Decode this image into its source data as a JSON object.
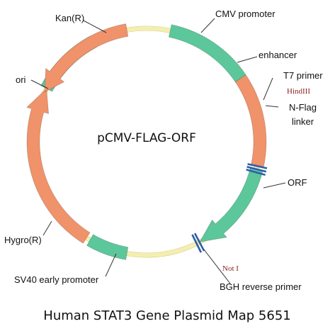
{
  "plasmid": {
    "name": "pCMV-FLAG-ORF",
    "caption": "Human STAT3 Gene Plasmid Map 5651"
  },
  "colors": {
    "backbone": "#f4efb0",
    "backbone_edge": "#c8c070",
    "green": "#5cc79a",
    "orange": "#f0926a",
    "site_blue": "#2e5fa8",
    "site_text": "#8a1f1f"
  },
  "features": [
    {
      "id": "cmv-promoter",
      "label": "CMV promoter",
      "type": "green",
      "direction": "none"
    },
    {
      "id": "enhancer",
      "label": "enhancer",
      "type": "orange",
      "direction": "none"
    },
    {
      "id": "t7-primer",
      "label": "T7 primer",
      "type": "site",
      "direction": "none"
    },
    {
      "id": "n-flag",
      "label": "N-Flag",
      "type": "site",
      "direction": "none"
    },
    {
      "id": "linker",
      "label": "linker",
      "type": "site",
      "direction": "none"
    },
    {
      "id": "orf",
      "label": "ORF",
      "type": "green",
      "direction": "cw"
    },
    {
      "id": "bgh-reverse",
      "label": "BGH reverse primer",
      "type": "site",
      "direction": "none"
    },
    {
      "id": "sv40-promoter",
      "label": "SV40 early promoter",
      "type": "green",
      "direction": "none"
    },
    {
      "id": "hygro",
      "label": "Hygro(R)",
      "type": "orange",
      "direction": "cw"
    },
    {
      "id": "ori",
      "label": "ori",
      "type": "green",
      "direction": "none"
    },
    {
      "id": "kan",
      "label": "Kan(R)",
      "type": "orange",
      "direction": "ccw"
    }
  ],
  "sites": [
    {
      "id": "hindiii",
      "label": "HindIII"
    },
    {
      "id": "not-i",
      "label": "Not I"
    }
  ]
}
